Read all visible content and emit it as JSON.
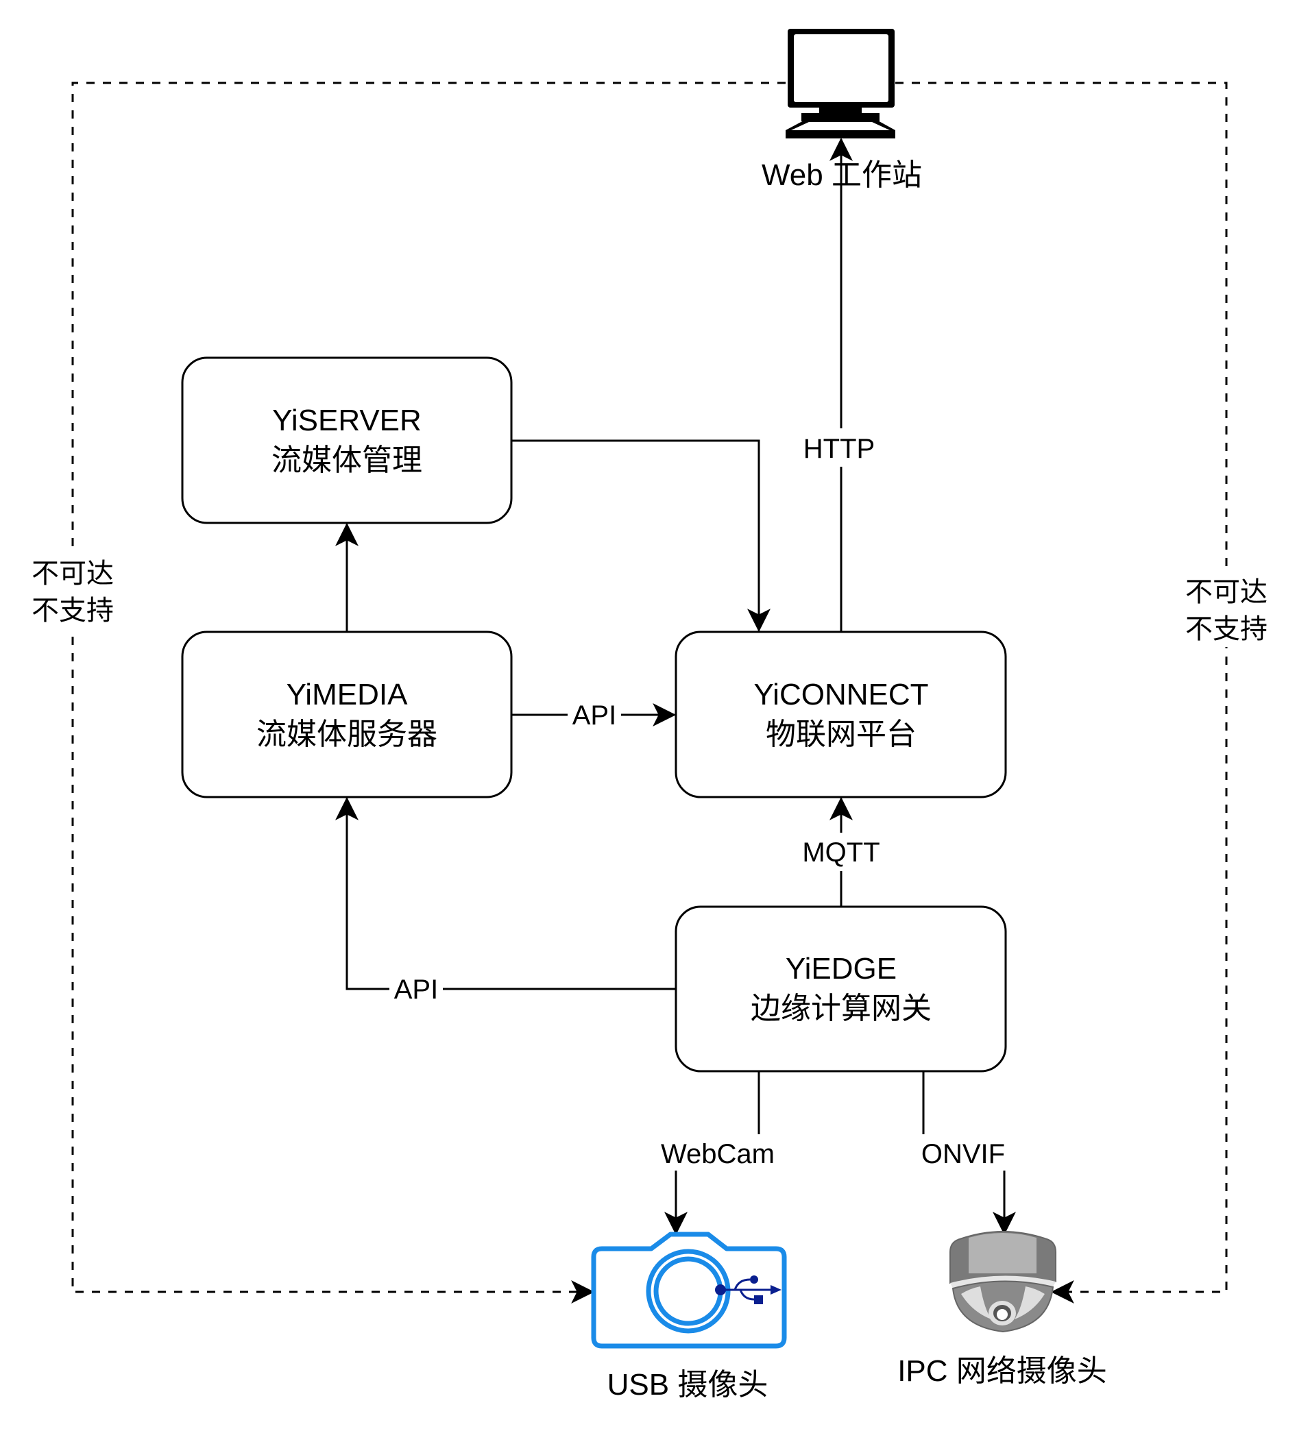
{
  "diagram": {
    "colors": {
      "line": "#000000",
      "usb_camera": "#1a8be8",
      "usb_symbol": "#0a1f8f",
      "ipc_camera_dark": "#7a7a7a",
      "ipc_camera_light": "#b8b8b8"
    },
    "nodes": {
      "web_workstation": {
        "icon": "monitor-icon",
        "label": "Web 工作站"
      },
      "yiserver": {
        "title": "YiSERVER",
        "subtitle": "流媒体管理"
      },
      "yimedia": {
        "title": "YiMEDIA",
        "subtitle": "流媒体服务器"
      },
      "yiconnect": {
        "title": "YiCONNECT",
        "subtitle": "物联网平台"
      },
      "yiedge": {
        "title": "YiEDGE",
        "subtitle": "边缘计算网关"
      },
      "usb_camera": {
        "icon": "usb-camera-icon",
        "label": "USB 摄像头"
      },
      "ipc_camera": {
        "icon": "dome-camera-icon",
        "label": "IPC 网络摄像头"
      }
    },
    "edges": {
      "yimedia_to_yiserver": {
        "label": ""
      },
      "yiserver_to_yiconnect": {
        "label": ""
      },
      "yimedia_to_yiconnect": {
        "label": "API"
      },
      "yiconnect_to_web": {
        "label": "HTTP"
      },
      "yiedge_to_yiconnect": {
        "label": "MQTT"
      },
      "yiedge_to_yimedia": {
        "label": "API"
      },
      "yiedge_to_usb": {
        "label": "WebCam"
      },
      "yiedge_to_ipc": {
        "label": "ONVIF"
      }
    },
    "unreachable": {
      "left_line1": "不可达",
      "left_line2": "不支持",
      "right_line1": "不可达",
      "right_line2": "不支持"
    }
  }
}
